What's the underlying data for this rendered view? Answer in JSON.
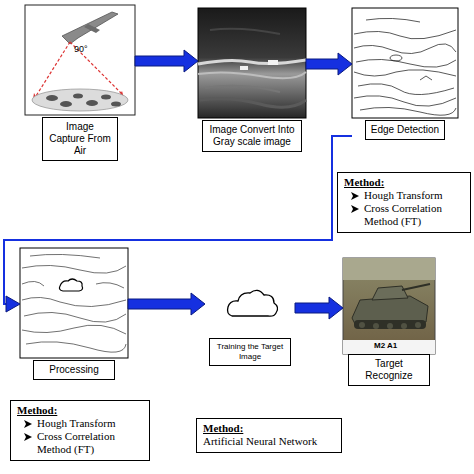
{
  "diagram": {
    "nodes": [
      {
        "text": [
          "Image Capture From Air"
        ]
      },
      {
        "text": [
          "Image Convert Into Gray scale image"
        ]
      },
      {
        "text": [
          "Edge Detection"
        ]
      },
      {
        "text": [
          "Method:",
          "Hough Transform",
          "Cross Correlation Method (FT)"
        ]
      },
      {
        "text": [
          "Processing"
        ]
      },
      {
        "text": [
          "Method:",
          "Hough Transform",
          "Cross Correlation Method (FT)"
        ]
      },
      {
        "text": [
          "Training the Target Image"
        ]
      },
      {
        "text": [
          "Method:",
          "Artificial Neural Network"
        ]
      },
      {
        "text": [
          "Target Recognize"
        ]
      }
    ],
    "edges": [
      {
        "from": 0,
        "to": 1,
        "arrow": "to"
      },
      {
        "from": 1,
        "to": 2,
        "arrow": "to"
      },
      {
        "from": 2,
        "to": 4,
        "arrow": "to"
      },
      {
        "from": 4,
        "to": 6,
        "arrow": "to"
      },
      {
        "from": 6,
        "to": 8,
        "arrow": "to"
      }
    ],
    "labels": [
      "90°",
      "M2 A1"
    ]
  }
}
